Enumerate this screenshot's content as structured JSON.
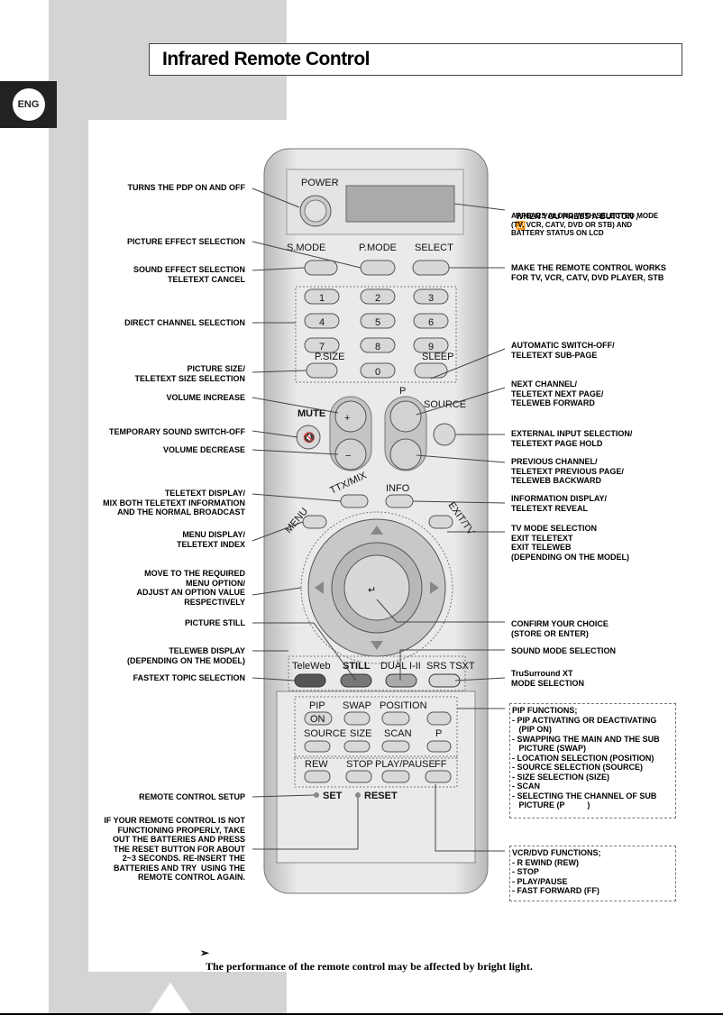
{
  "page": {
    "lang_badge": "ENG",
    "title": "Infrared Remote Control",
    "note_arrow": "➢",
    "note": "The performance of the remote control may be affected by bright light."
  },
  "remote": {
    "power": "POWER",
    "smode": "S.MODE",
    "pmode": "P.MODE",
    "select": "SELECT",
    "digits": [
      "1",
      "2",
      "3",
      "4",
      "5",
      "6",
      "7",
      "8",
      "9",
      "0"
    ],
    "psize": "P.SIZE",
    "sleep": "SLEEP",
    "mute": "MUTE",
    "p": "P",
    "source": "SOURCE",
    "ttx": "TTX/MIX",
    "info": "INFO",
    "menu": "MENU",
    "exit": "EXIT/TV",
    "teleweb": "TeleWeb",
    "still": "STILL",
    "dual": "DUAL I-II",
    "srs": "SRS TSXT",
    "pip": "PIP",
    "on": "ON",
    "swap": "SWAP",
    "position": "POSITION",
    "source2": "SOURCE",
    "size": "SIZE",
    "scan": "SCAN",
    "p2": "P",
    "rew": "REW",
    "stop": "STOP",
    "playpause": "PLAY/PAUSE",
    "ff": "FF",
    "set": "SET",
    "reset": "RESET"
  },
  "labels_left": [
    "TURNS THE PDP ON AND OFF",
    "PICTURE EFFECT SELECTION",
    "SOUND EFFECT SELECTION\nTELETEXT CANCEL",
    "DIRECT CHANNEL SELECTION",
    "PICTURE SIZE/\nTELETEXT SIZE SELECTION",
    "VOLUME INCREASE",
    "TEMPORARY SOUND SWITCH-OFF",
    "VOLUME DECREASE",
    "TELETEXT DISPLAY/\nMIX BOTH TELETEXT INFORMATION\nAND THE NORMAL BROADCAST",
    "MENU DISPLAY/\nTELETEXT INDEX",
    "MOVE TO THE REQUIRED\nMENU OPTION/\nADJUST AN OPTION VALUE\nRESPECTIVELY",
    "PICTURE STILL",
    "TELEWEB DISPLAY\n(DEPENDING ON THE MODEL)",
    "FASTEXT TOPIC SELECTION",
    "REMOTE CONTROL SETUP",
    "IF YOUR REMOTE CONTROL IS NOT\nFUNCTIONING PROPERLY, TAKE\nOUT THE BATTERIES AND PRESS\nTHE RESET BUTTON FOR ABOUT\n2~3 SECONDS. RE-INSERT THE\nBATTERIES AND TRY  USING THE\nREMOTE CONTROL AGAIN."
  ],
  "labels_right": [
    "WHEN YOU PRESS A BUTTON ,",
    "APPEARS ALONG WITH SELECTED MODE\n(TV, VCR, CATV, DVD OR STB) AND\nBATTERY STATUS ON LCD",
    "MAKE THE REMOTE CONTROL WORKS\nFOR TV, VCR, CATV, DVD PLAYER, STB",
    "AUTOMATIC SWITCH-OFF/\nTELETEXT SUB-PAGE",
    "NEXT CHANNEL/\nTELETEXT NEXT PAGE/\nTELEWEB FORWARD",
    "EXTERNAL INPUT SELECTION/\nTELETEXT PAGE HOLD",
    "PREVIOUS CHANNEL/\nTELETEXT PREVIOUS PAGE/\nTELEWEB BACKWARD",
    "INFORMATION DISPLAY/\nTELETEXT REVEAL",
    "TV MODE SELECTION\nEXIT TELETEXT\nEXIT TELEWEB\n(DEPENDING ON THE MODEL)",
    "CONFIRM YOUR CHOICE\n(STORE OR ENTER)",
    "SOUND MODE SELECTION",
    "TruSurround XT\nMODE SELECTION"
  ],
  "pip_box": "PIP FUNCTIONS;\n- PIP ACTIVATING OR DEACTIVATING\n   (PIP ON)\n- SWAPPING THE MAIN AND THE SUB\n   PICTURE (SWAP)\n- LOCATION SELECTION (POSITION)\n- SOURCE SELECTION (SOURCE)\n- SIZE SELECTION (SIZE)\n- SCAN\n- SELECTING THE CHANNEL OF SUB\n   PICTURE (P          )",
  "vcr_box": "VCR/DVD FUNCTIONS;\n- R EWIND (REW)\n- STOP\n- PLAY/PAUSE\n- FAST FORWARD (FF)"
}
